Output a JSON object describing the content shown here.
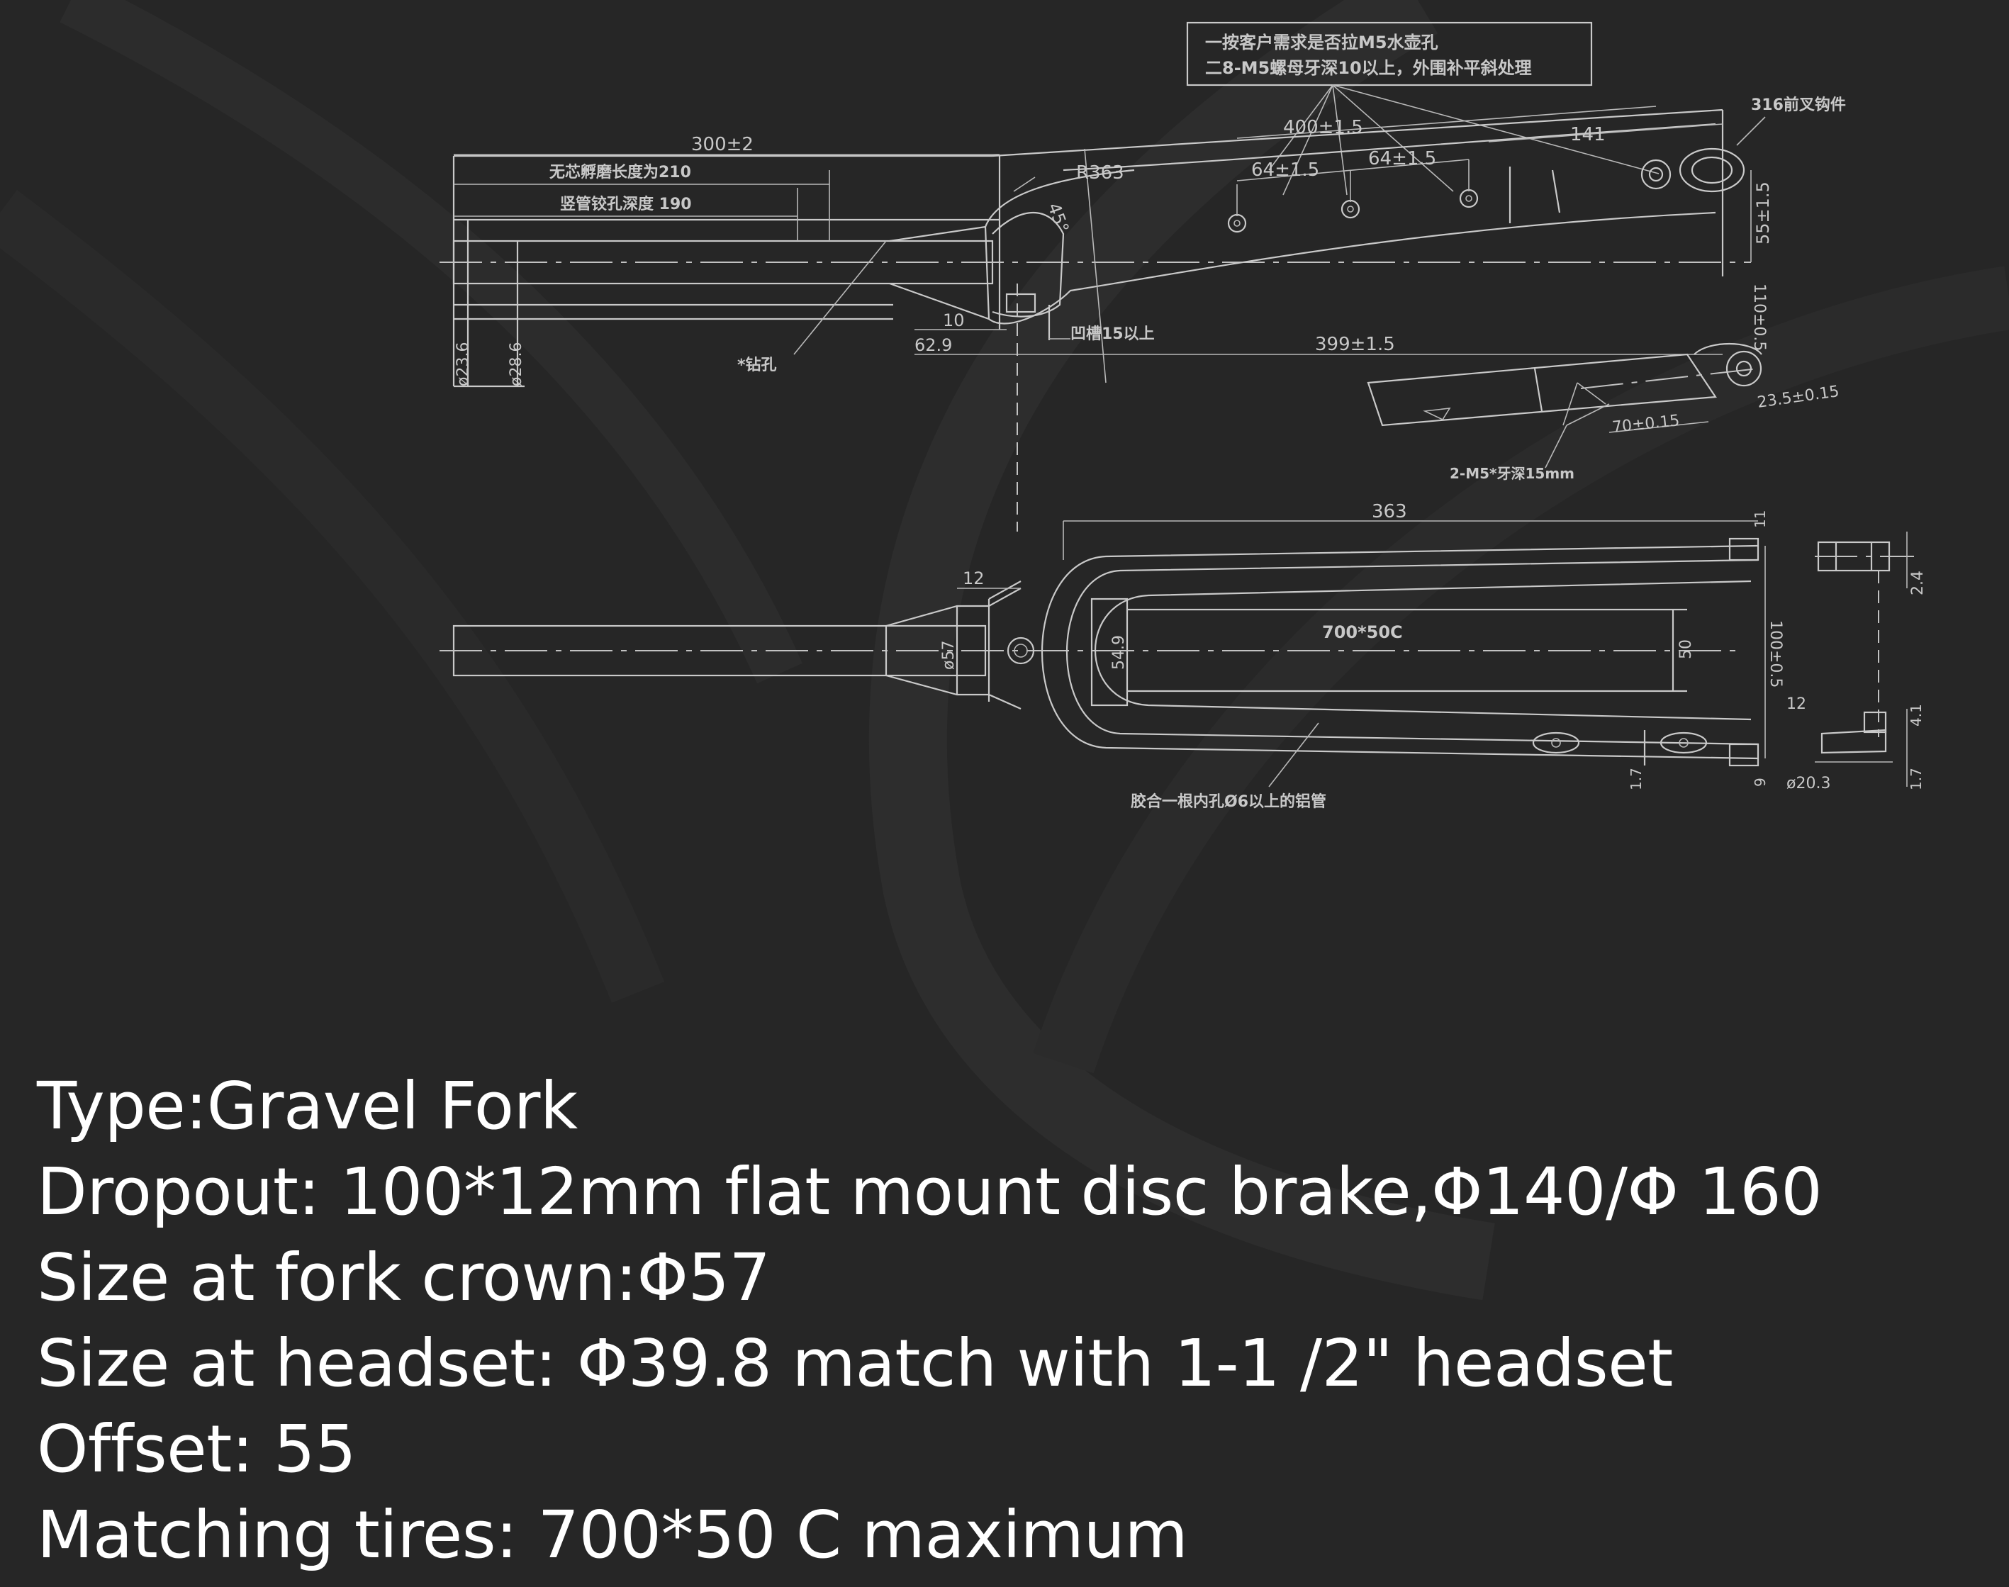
{
  "drawing": {
    "note_box": {
      "line1": "一按客户需求是否拉M5水壶孔",
      "line2": "二8-M5螺母牙深10以上，外围补平斜处理"
    },
    "callouts": {
      "dropout_part": "316前叉钩件",
      "steerer_length": "无芯孵磨长度为210",
      "steerer_hole_depth": "竖管铰孔深度 190",
      "bottle_hole": "*钻孔",
      "crown_thickness": "凹槽15以上",
      "thread_note": "2-M5*牙深15mm",
      "tube_note": "胶合一根内孔Ø6以上的铝管"
    },
    "dimensions": {
      "steerer_total": "300±2",
      "radius": "R363",
      "angle": "45°",
      "mount_span": "400±1.5",
      "mount_spacing_1": "64±1.5",
      "mount_spacing_2": "64±1.5",
      "tip_length": "141",
      "offset": "55±1.5",
      "vertical_dropout": "110±0.5",
      "lower_length": "399±1.5",
      "crown_10": "10",
      "crown_62_9": "62.9",
      "dia_lower": "ø23.6",
      "dia_upper": "ø28.6",
      "brake_mount_70": "70±0.15",
      "brake_mount_23": "23.5±0.15",
      "front_length": "363",
      "front_12": "12",
      "front_dia57": "ø57",
      "front_54": "54.9",
      "tire": "700*50C",
      "front_50": "50",
      "axle_width": "100±0.5",
      "front_11": "11",
      "front_9": "9",
      "front_1_7": "1.7",
      "axle_12": "12",
      "detail_2_4": "2.4",
      "detail_4_1": "4.1",
      "detail_1_7": "1.7",
      "detail_dia": "ø20.3"
    }
  },
  "specs": [
    "Type:Gravel Fork",
    "Dropout: 100*12mm flat mount disc brake,Φ140/Φ 160",
    "Size at fork crown:Φ57",
    "Size at headset: Φ39.8 match with 1-1 /2\" headset",
    "Offset: 55",
    "Matching tires: 700*50 C maximum"
  ]
}
